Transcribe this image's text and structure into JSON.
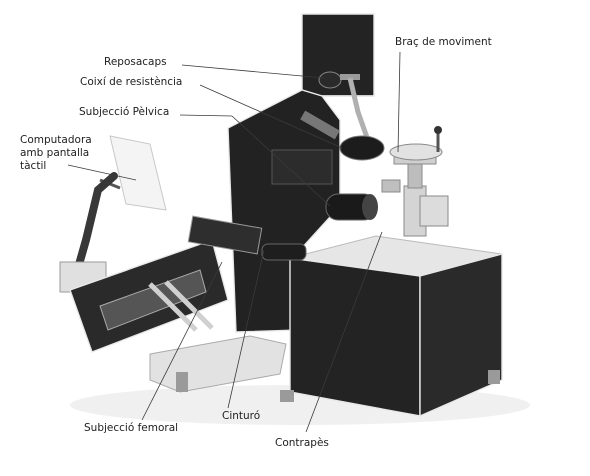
{
  "labels": {
    "reposacaps": "Reposacaps",
    "coixi": "Coixí de resistència",
    "subjeccio_pelvica": "Subjecció Pèlvica",
    "computadora_line1": "Computadora",
    "computadora_line2": "amb pantalla",
    "computadora_line3": "tàctil",
    "brac": "Braç de moviment",
    "subjeccio_femoral": "Subjecció femoral",
    "cinturo": "Cinturó",
    "contrapes": "Contrapès"
  },
  "colors": {
    "panel": "#222222",
    "panel_edge": "#ffffff",
    "metal": "#d4d4d4",
    "metal_dark": "#9a9a9a",
    "leader": "#3a3a3a",
    "text": "#1e1e1e"
  }
}
